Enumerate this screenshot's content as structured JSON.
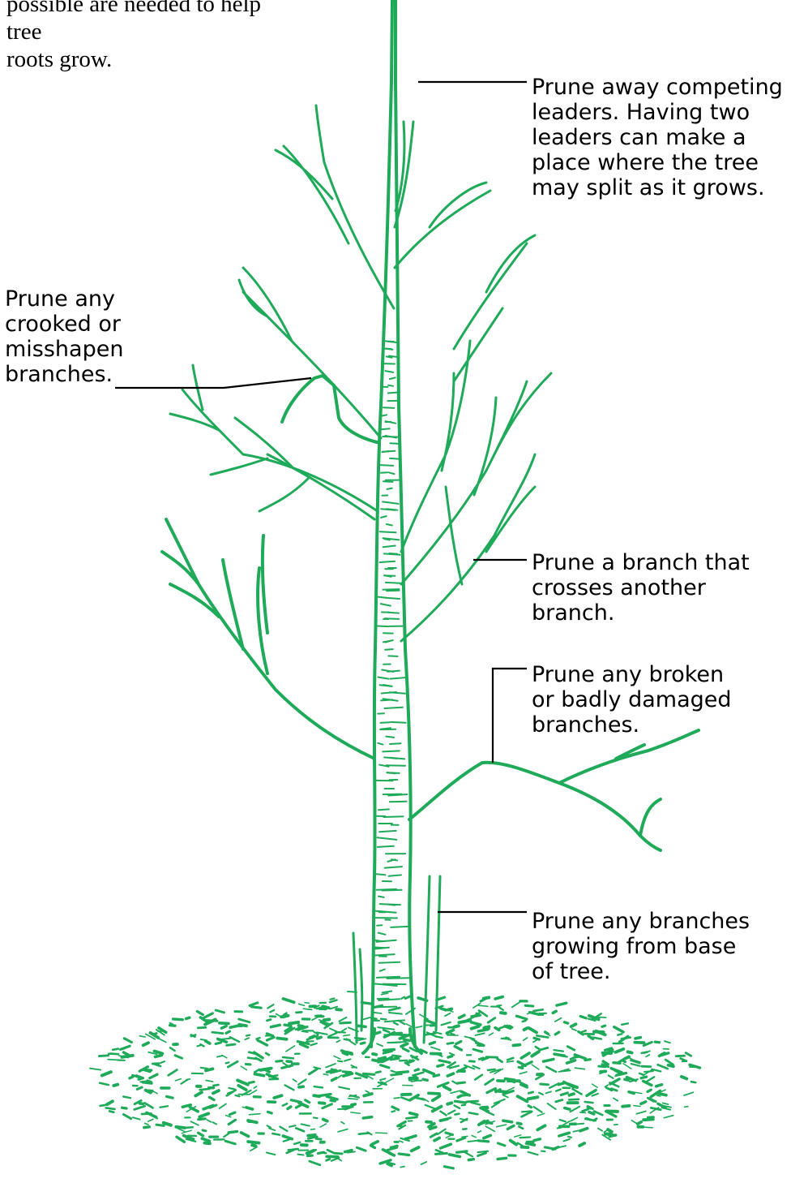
{
  "intro_fragment": "possible are needed to help tree\nroots grow.",
  "callouts": {
    "leaders": "Prune away competing\nleaders. Having two\nleaders can make a\nplace where the tree\nmay split as it grows.",
    "crooked": "Prune any\ncrooked or\nmisshapen\nbranches.",
    "crossing": "Prune a branch that\ncrosses another\nbranch.",
    "broken": "Prune any broken\nor badly damaged\nbranches.",
    "base": "Prune any branches\ngrowing from base\nof tree."
  },
  "colors": {
    "tree": "#1faa5a",
    "leader_line": "#000000",
    "text": "#000000"
  }
}
